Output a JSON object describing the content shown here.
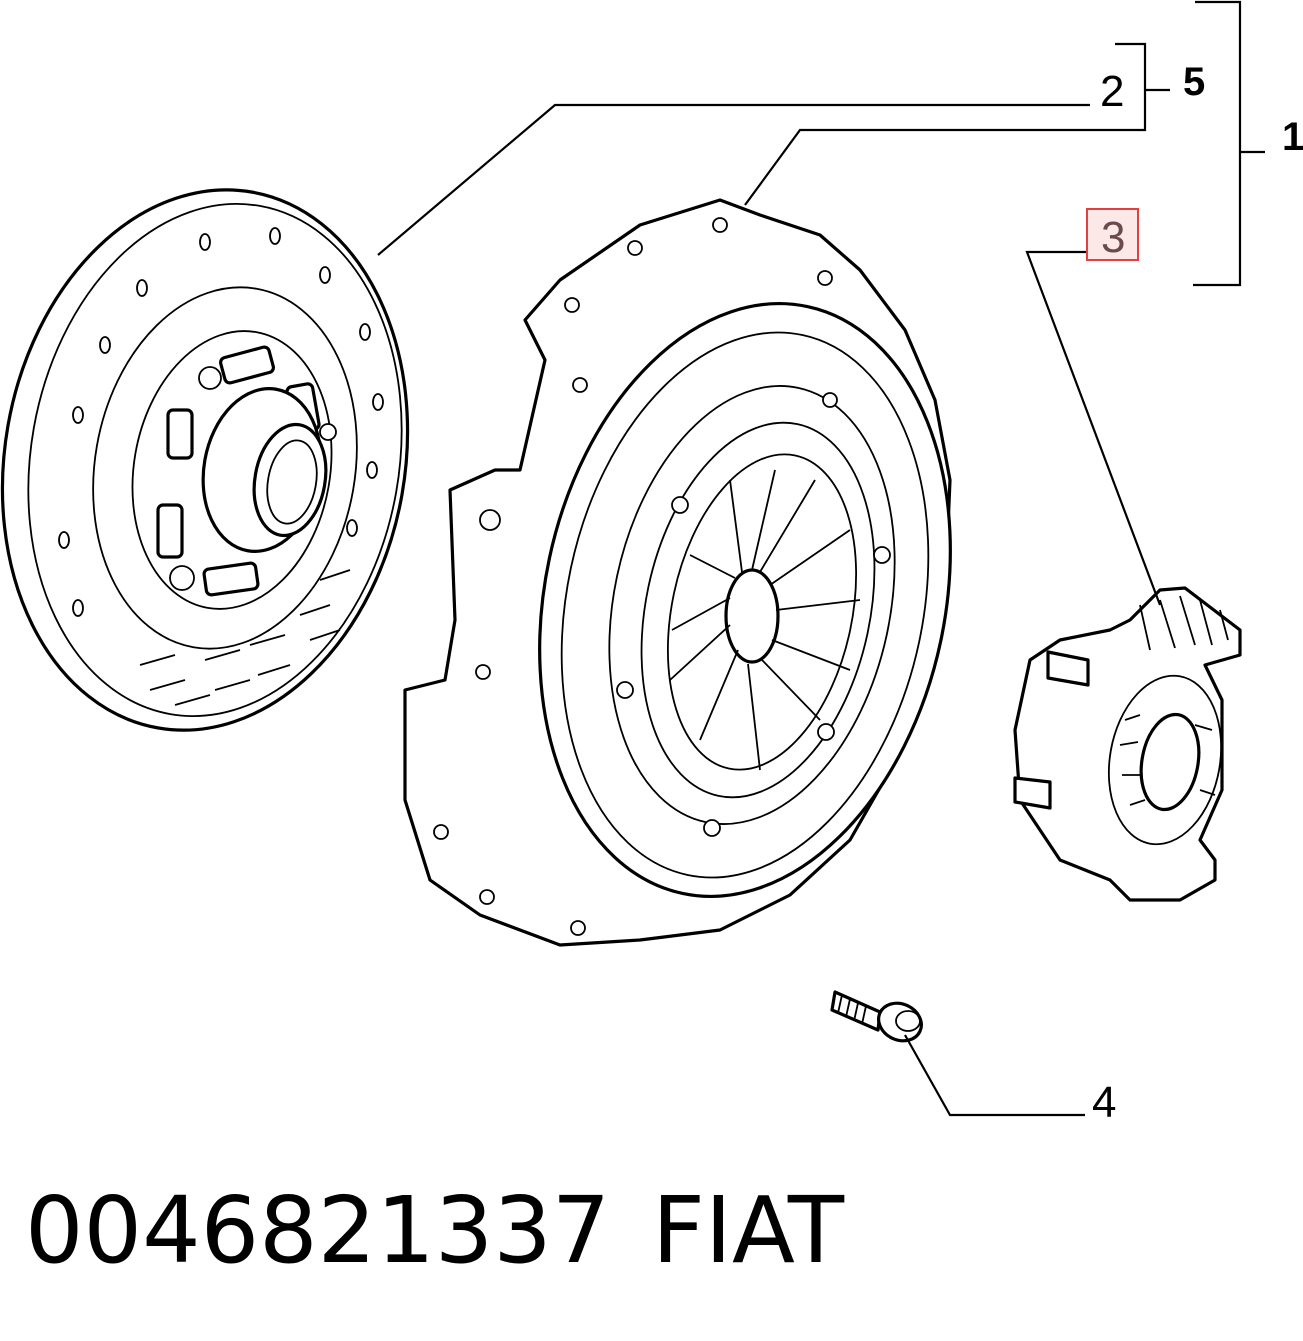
{
  "callouts": {
    "c1": "1",
    "c2": "2",
    "c3": "3",
    "c4": "4",
    "c5": "5"
  },
  "highlight_color": "#e04040",
  "footer": {
    "part_number": "0046821337",
    "brand": "FIAT"
  }
}
